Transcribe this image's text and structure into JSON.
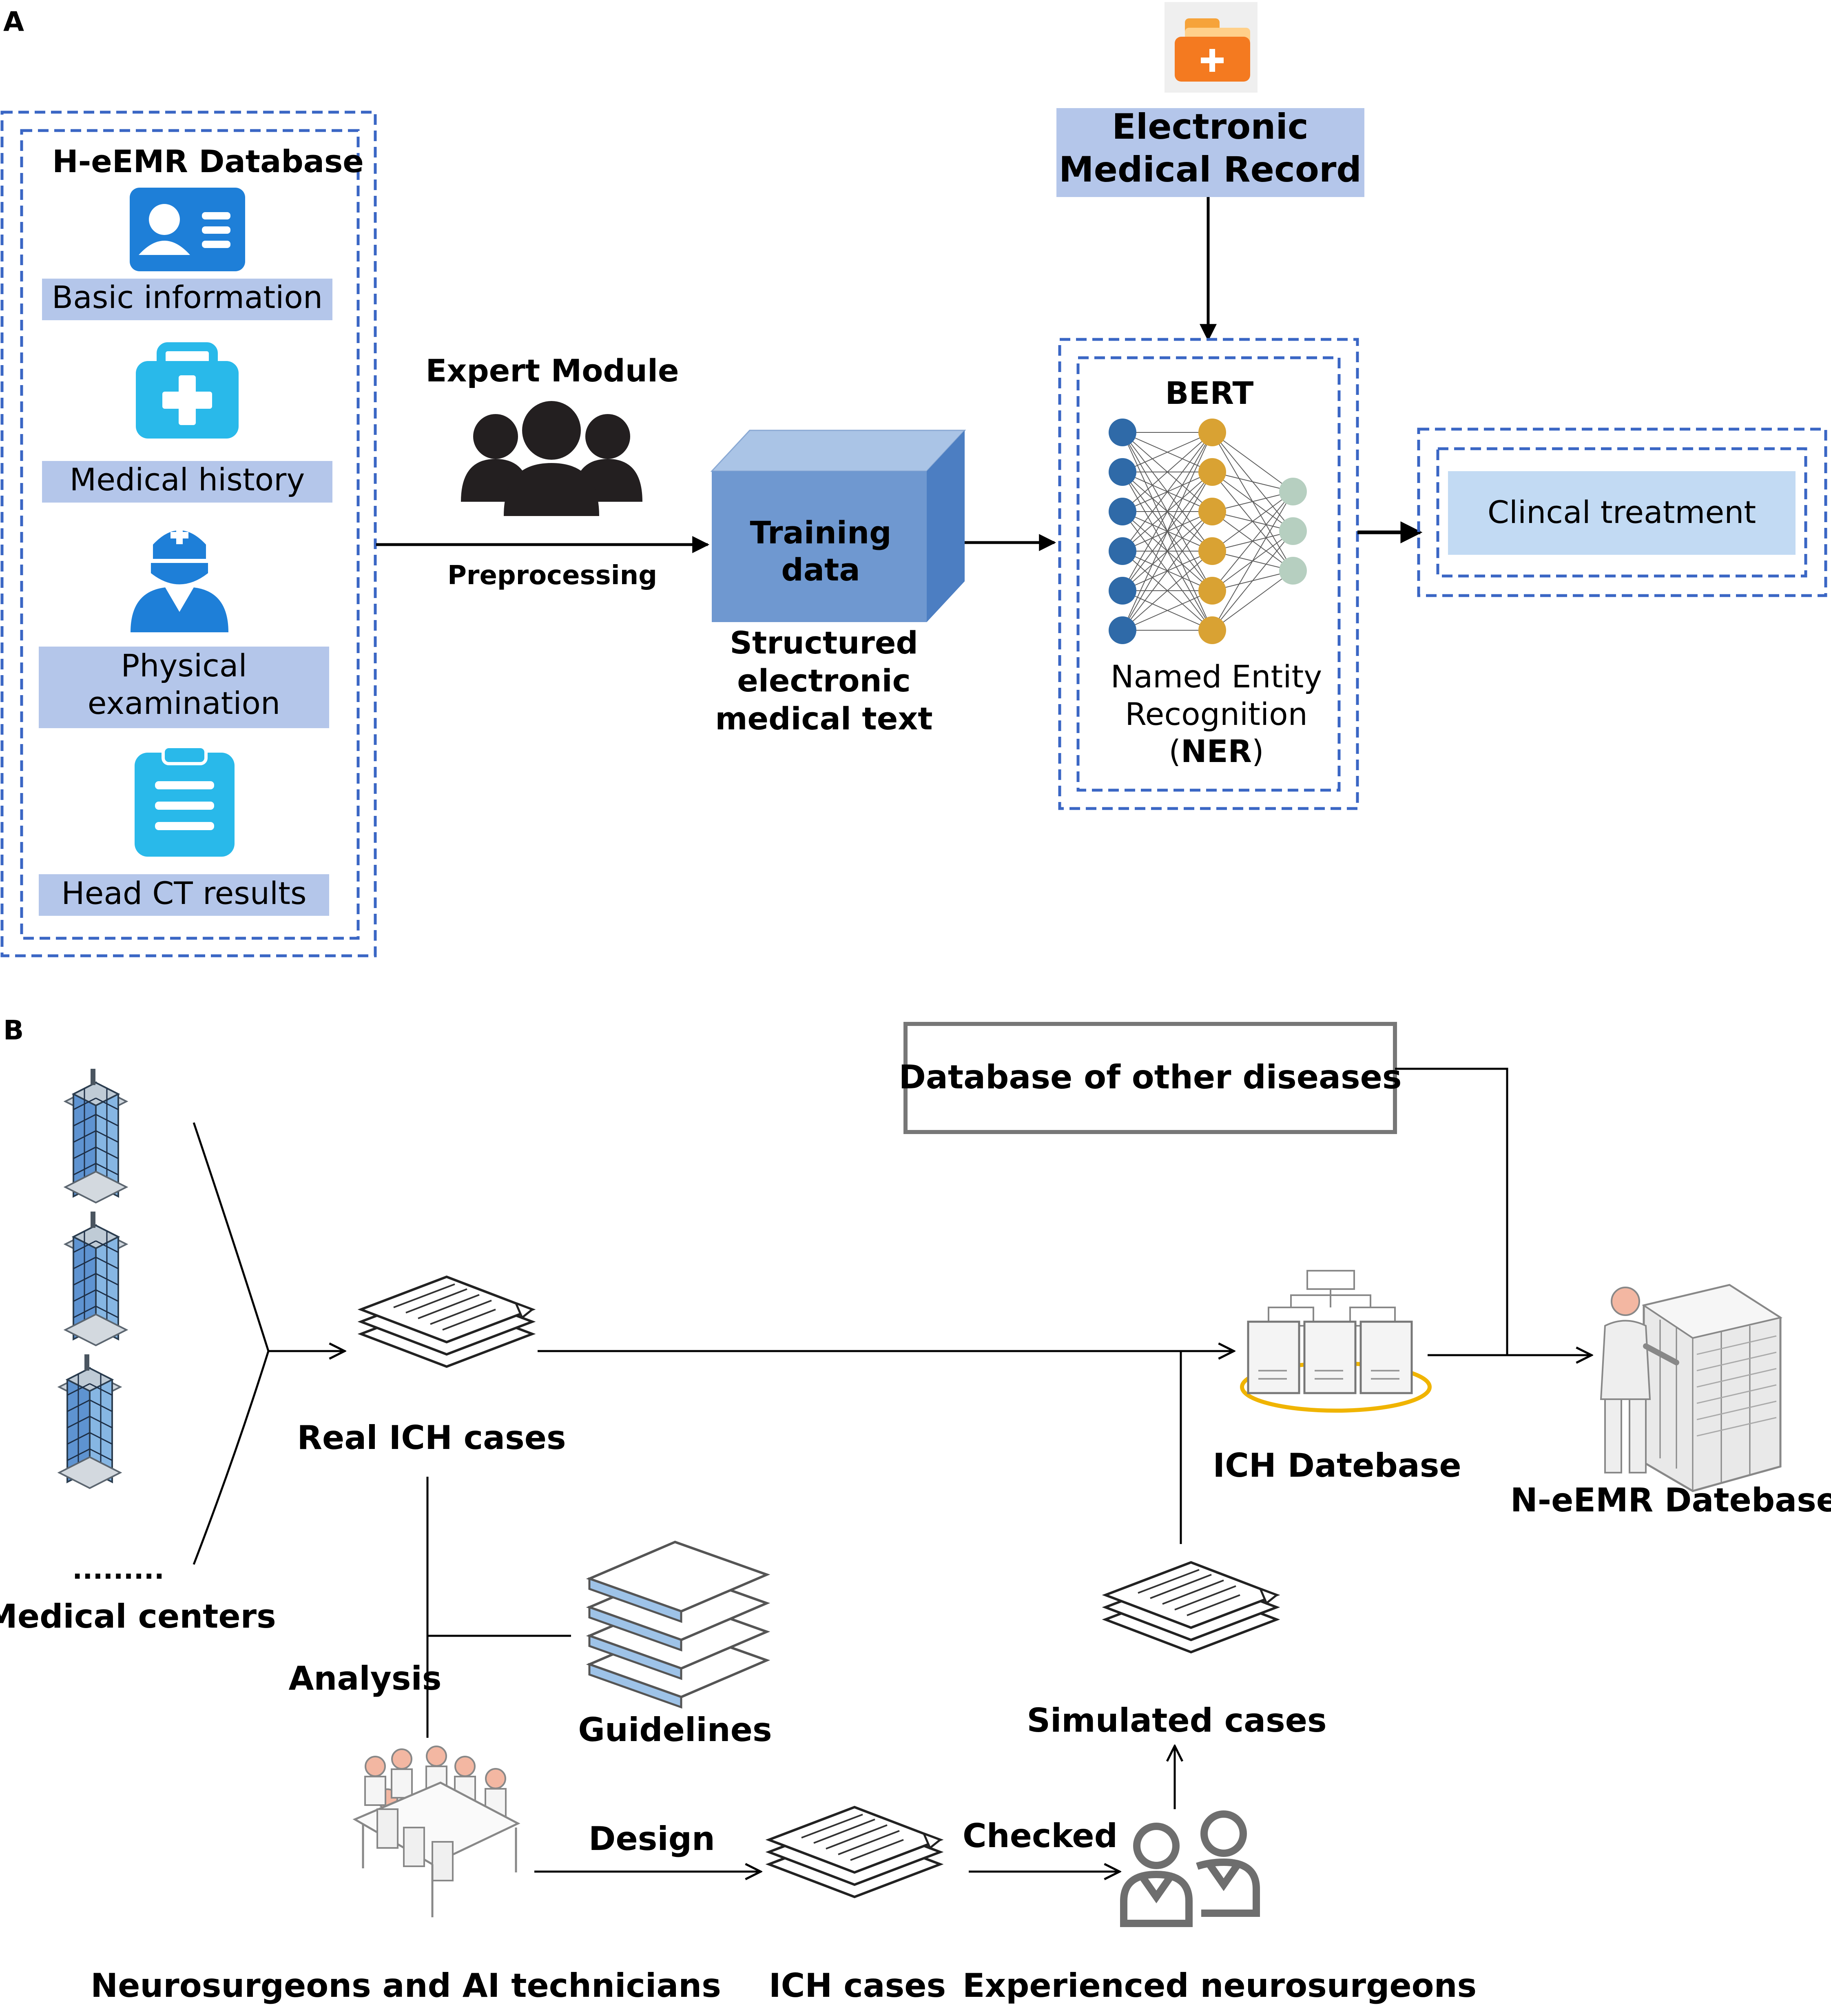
{
  "panel_a": {
    "label": "A",
    "database_title": "H-eEMR Database",
    "db_items": [
      "Basic information",
      "Medical history",
      "Physical",
      "examination",
      "Head CT results"
    ],
    "expert_module": "Expert Module",
    "preprocessing": "Preprocessing",
    "training_data": [
      "Training",
      "data"
    ],
    "structured_text": [
      "Structured",
      "electronic",
      "medical text"
    ],
    "emr_title": [
      "Electronic",
      "Medical Record"
    ],
    "bert": "BERT",
    "ner_lines": [
      "Named Entity",
      "Recognition"
    ],
    "ner_paren_open": "(",
    "ner_abbr": "NER",
    "ner_paren_close": ")",
    "clinical": "Clincal treatment",
    "icons": [
      "id-card-icon",
      "medical-kit-icon",
      "nurse-icon",
      "clipboard-icon",
      "people-group-icon",
      "folder-plus-icon",
      "neural-network-icon"
    ]
  },
  "panel_b": {
    "label": "B",
    "other_db": "Database of other diseases",
    "medical_centers": "Medical centers",
    "ellipsis": ".........",
    "real_ich": "Real ICH cases",
    "ich_database": "ICH Datebase",
    "neemr_database": "N-eEMR Datebase",
    "analysis": "Analysis",
    "guidelines": "Guidelines",
    "simulated": "Simulated cases",
    "design": "Design",
    "checked": "Checked",
    "team": "Neurosurgeons and AI technicians",
    "ich_cases": "ICH cases",
    "experienced": "Experienced neurosurgeons",
    "icons": [
      "building-icon",
      "documents-stack-icon",
      "server-cluster-icon",
      "server-room-icon",
      "books-icon",
      "meeting-team-icon",
      "users-outline-icon"
    ]
  },
  "colors": {
    "dashed_border": "#3a66c4",
    "label_fill": "#b4c6ea",
    "cube_front": "#6f98d0",
    "cube_top": "#aac4e6",
    "cube_side": "#4c7ec2",
    "clinical_fill": "#c2daf3",
    "node_blue": "#2f6aa8",
    "node_gold": "#d9a233",
    "node_grey": "#b6cfc0",
    "icon_blue": "#1e7fd8",
    "icon_cyan": "#29b9ea",
    "ich_ring": "#f0b400"
  }
}
